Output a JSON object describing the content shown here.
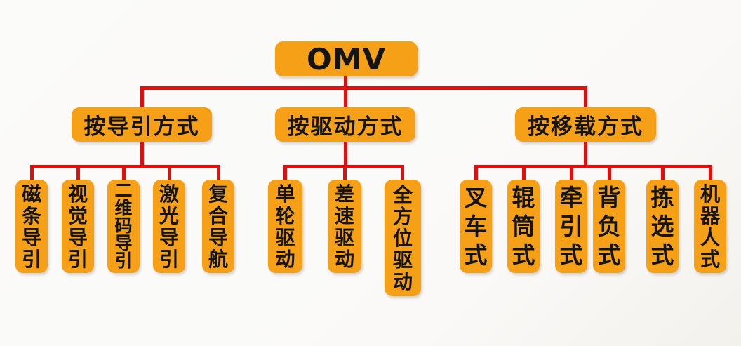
{
  "tree": {
    "root": {
      "label": "OMV"
    },
    "branches": [
      {
        "label": "按导引方式",
        "leaves": [
          "磁条导引",
          "视觉导引",
          "二维码导引",
          "激光导引",
          "复合导航"
        ]
      },
      {
        "label": "按驱动方式",
        "leaves": [
          "单轮驱动",
          "差速驱动",
          "全方位驱动"
        ]
      },
      {
        "label": "按移载方式",
        "leaves": [
          "叉车式",
          "辊筒式",
          "牵引式",
          "背负式",
          "拣选式",
          "机器人式"
        ]
      }
    ]
  },
  "colors": {
    "node_fill": "#F5A017",
    "connector_red": "#DD0F0F",
    "text": "#141414",
    "background": "#FAFAF8"
  }
}
